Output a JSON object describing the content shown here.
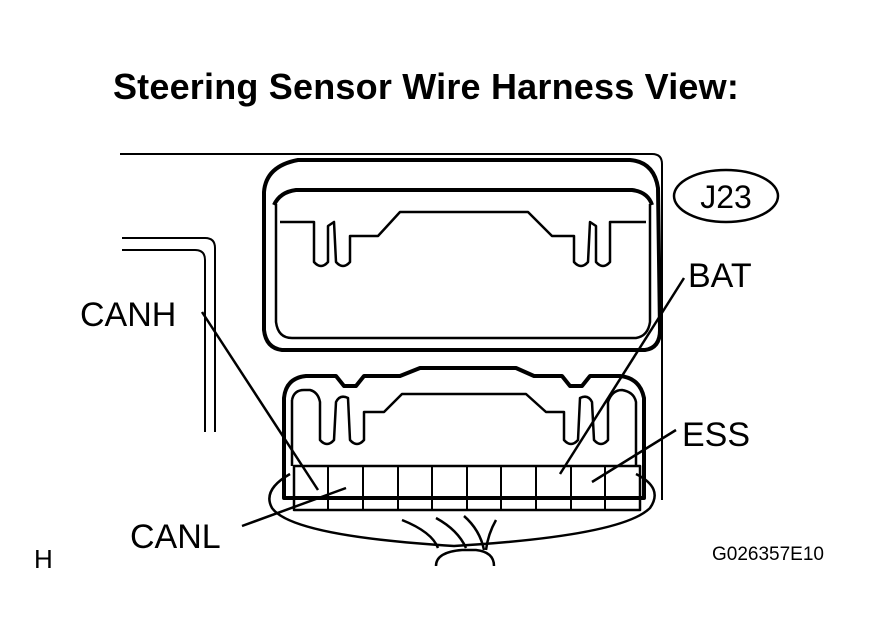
{
  "title": "Steering Sensor Wire Harness View:",
  "connector_id": "J23",
  "pins": {
    "canh": "CANH",
    "canl": "CANL",
    "bat": "BAT",
    "ess": "ESS"
  },
  "corner_letter": "H",
  "figure_code": "G026357E10"
}
